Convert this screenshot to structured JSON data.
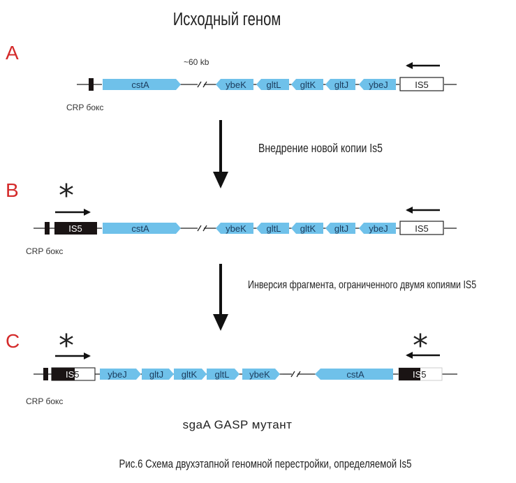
{
  "title": "Исходный геном",
  "colors": {
    "gene_fill": "#6fc1ea",
    "panel_label": "#d42a2a",
    "is_black": "#1a1414",
    "line": "#222222"
  },
  "panels": [
    {
      "label": "A",
      "distance_label": "~60 kb",
      "crp_label": "CRP бокс",
      "genes": [
        "cstA",
        "ybeK",
        "gltL",
        "gltK",
        "gltJ",
        "ybeJ"
      ],
      "is_elements": [
        {
          "label": "IS5",
          "style": "white",
          "arrow": "left",
          "star": false
        }
      ]
    },
    {
      "label": "B",
      "crp_label": "CRP бокс",
      "genes": [
        "cstA",
        "ybeK",
        "gltL",
        "gltK",
        "gltJ",
        "ybeJ"
      ],
      "is_elements": [
        {
          "label": "IS5",
          "style": "black",
          "arrow": "right",
          "star": true
        },
        {
          "label": "IS5",
          "style": "white",
          "arrow": "left",
          "star": false
        }
      ]
    },
    {
      "label": "C",
      "crp_label": "CRP бокс",
      "genes": [
        "ybeJ",
        "gltJ",
        "gltK",
        "gltL",
        "ybeK",
        "cstA"
      ],
      "is_elements": [
        {
          "label": "IS5",
          "style": "hybrid",
          "arrow": "right",
          "star": true
        },
        {
          "label": "IS5",
          "style": "hybrid",
          "arrow": "left",
          "star": true
        }
      ]
    }
  ],
  "steps": [
    "Внедрение новой копии Is5",
    "Инверсия фрагмента, ограниченного двумя копиями IS5"
  ],
  "mutant_label": "sgaA GASP мутант",
  "caption": "Рис.6 Схема двухэтапной геномной перестройки, определяемой Is5",
  "star_glyph": "*"
}
